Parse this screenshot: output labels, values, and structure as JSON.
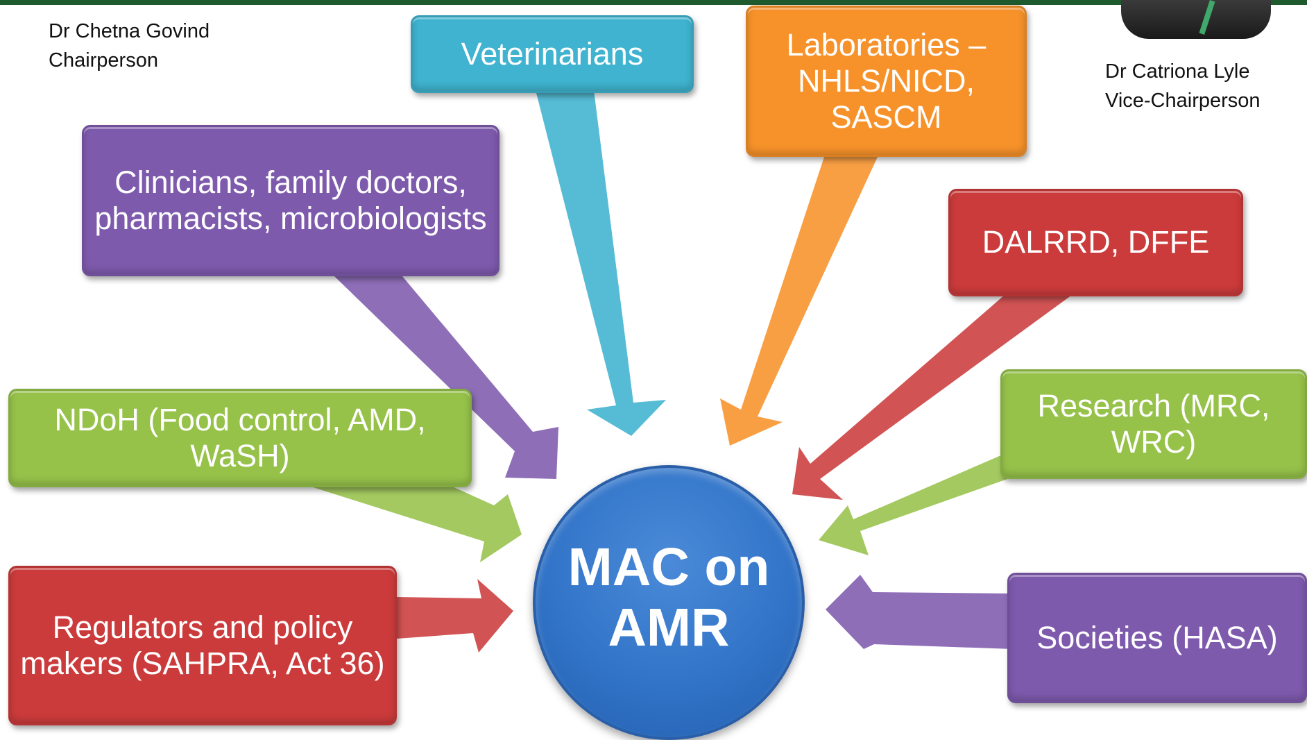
{
  "people": {
    "chair": "Dr Chetna Govind\nChairperson",
    "vice_chair": "Dr Catriona Lyle\nVice-Chairperson"
  },
  "center": {
    "label": "MAC on\nAMR",
    "color": "#3274c8"
  },
  "stakeholders": {
    "veterinarians": {
      "label": "Veterinarians",
      "color": "#3fb3cf"
    },
    "laboratories": {
      "label": "Laboratories –\nNHLS/NICD,\nSASCM",
      "color": "#f7922a"
    },
    "clinicians": {
      "label": "Clinicians, family doctors,\npharmacists, microbiologists",
      "color": "#7e5aad"
    },
    "dalrrd": {
      "label": "DALRRD, DFFE",
      "color": "#cc3b3b"
    },
    "ndoh": {
      "label": "NDoH (Food control, AMD,\nWaSH)",
      "color": "#96c24a"
    },
    "research": {
      "label": "Research (MRC,\nWRC)",
      "color": "#96c24a"
    },
    "regulators": {
      "label": "Regulators and policy\nmakers (SAHPRA, Act 36)",
      "color": "#cc3b3b"
    },
    "societies": {
      "label": "Societies (HASA)",
      "color": "#7e5aad"
    }
  }
}
